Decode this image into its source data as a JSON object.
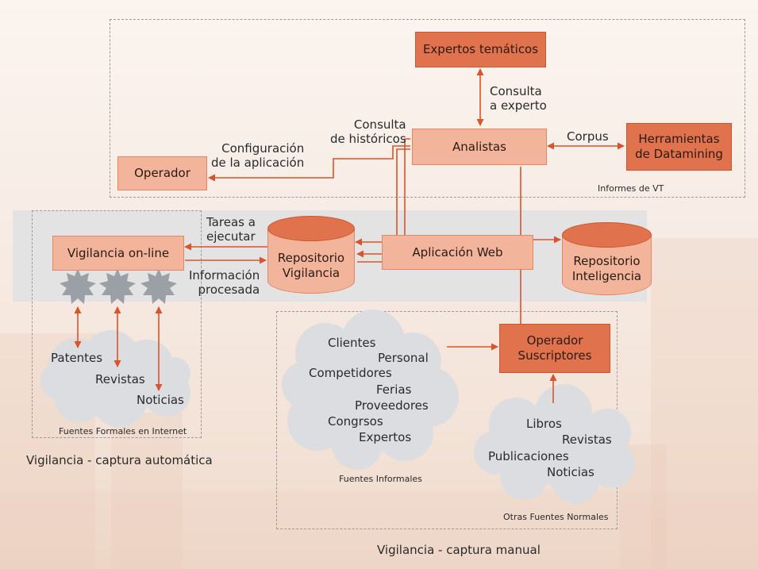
{
  "colors": {
    "node_dark": "#e0724d",
    "node_light": "#f2b49b",
    "arrow": "#d8542a",
    "band": "#e4e3e3",
    "cloud": "#dcdde0",
    "gear": "#9aa0a6"
  },
  "nodes": {
    "expertos": "Expertos temáticos",
    "analistas": "Analistas",
    "herramientas": "Herramientas\nde Datamining",
    "operador": "Operador",
    "vigilancia_online": "Vigilancia on-line",
    "repositorio_vigilancia": "Repositorio\nVigilancia",
    "aplicacion_web": "Aplicación Web",
    "repositorio_inteligencia": "Repositorio\nInteligencia",
    "operador_suscriptores": "Operador\nSuscriptores"
  },
  "labels": {
    "consulta_experto": "Consulta\na experto",
    "consulta_historicos": "Consulta\nde históricos",
    "corpus": "Corpus",
    "configuracion": "Configuración\nde la aplicación",
    "tareas": "Tareas a\nejecutar",
    "informacion": "Información\nprocesada"
  },
  "regions": {
    "informes_vt": "Informes de VT",
    "fuentes_formales": "Fuentes Formales en Internet",
    "fuentes_informales": "Fuentes Informales",
    "otras_fuentes": "Otras Fuentes Normales",
    "captura_automatica": "Vigilancia - captura automática",
    "captura_manual": "Vigilancia - captura manual"
  },
  "clouds": {
    "formales": [
      "Patentes",
      "Revistas",
      "Noticias"
    ],
    "informales": [
      "Clientes",
      "Personal",
      "Competidores",
      "Ferias",
      "Proveedores",
      "Congrsos",
      "Expertos"
    ],
    "normales": [
      "Libros",
      "Revistas",
      "Publicaciones",
      "Noticias"
    ]
  }
}
